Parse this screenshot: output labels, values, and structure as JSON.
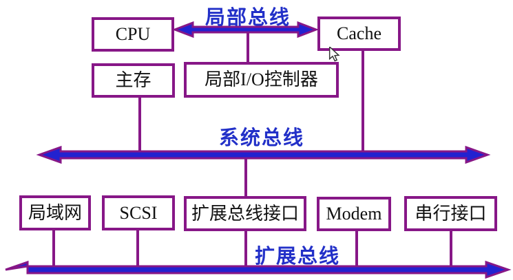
{
  "boxes": {
    "cpu": "CPU",
    "cache": "Cache",
    "main_memory": "主存",
    "local_io_controller": "局部I/O控制器",
    "lan": "局域网",
    "scsi": "SCSI",
    "expansion_bus_interface": "扩展总线接口",
    "modem": "Modem",
    "serial_interface": "串行接口"
  },
  "bus_labels": {
    "local_bus": "局部总线",
    "system_bus": "系统总线",
    "expansion_bus": "扩展总线"
  },
  "colors": {
    "box_border": "#871787",
    "bus_fill": "#2222d0",
    "bus_outline": "#871787",
    "label_blue": "#2230c8",
    "box_text": "#111111"
  }
}
